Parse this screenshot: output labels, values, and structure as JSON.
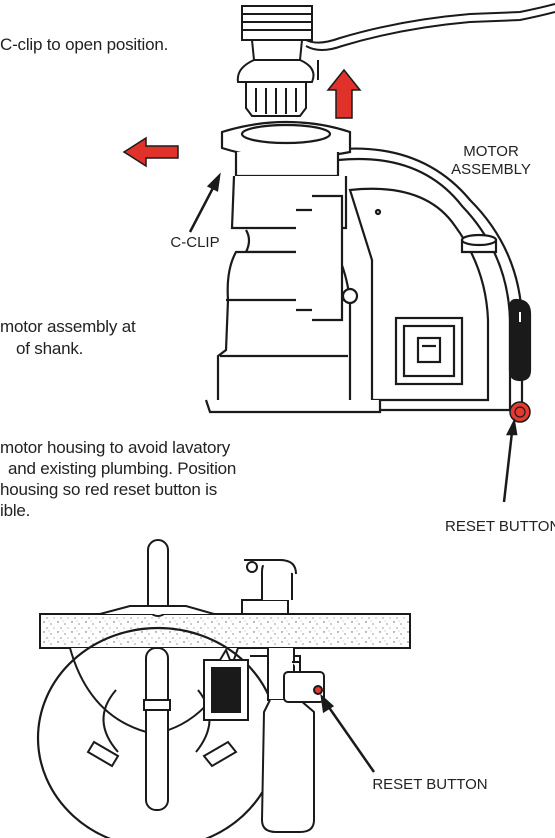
{
  "steps": {
    "step_a": "C-clip to open position.",
    "step_b_line1": "motor assembly at",
    "step_b_line2": "of shank.",
    "step_c_line1": "motor housing to avoid lavatory",
    "step_c_line2": "and existing plumbing. Position",
    "step_c_line3": "housing so red reset button is",
    "step_c_line4": "ible."
  },
  "labels": {
    "motor_assembly_1": "MOTOR",
    "motor_assembly_2": "ASSEMBLY",
    "c_clip": "C-CLIP",
    "reset_button_top": "RESET BUTTON",
    "reset_button_bottom": "RESET BUTTON"
  },
  "colors": {
    "arrow_red": "#e0322b",
    "reset_red": "#e63a30",
    "line": "#1a1a1a"
  }
}
